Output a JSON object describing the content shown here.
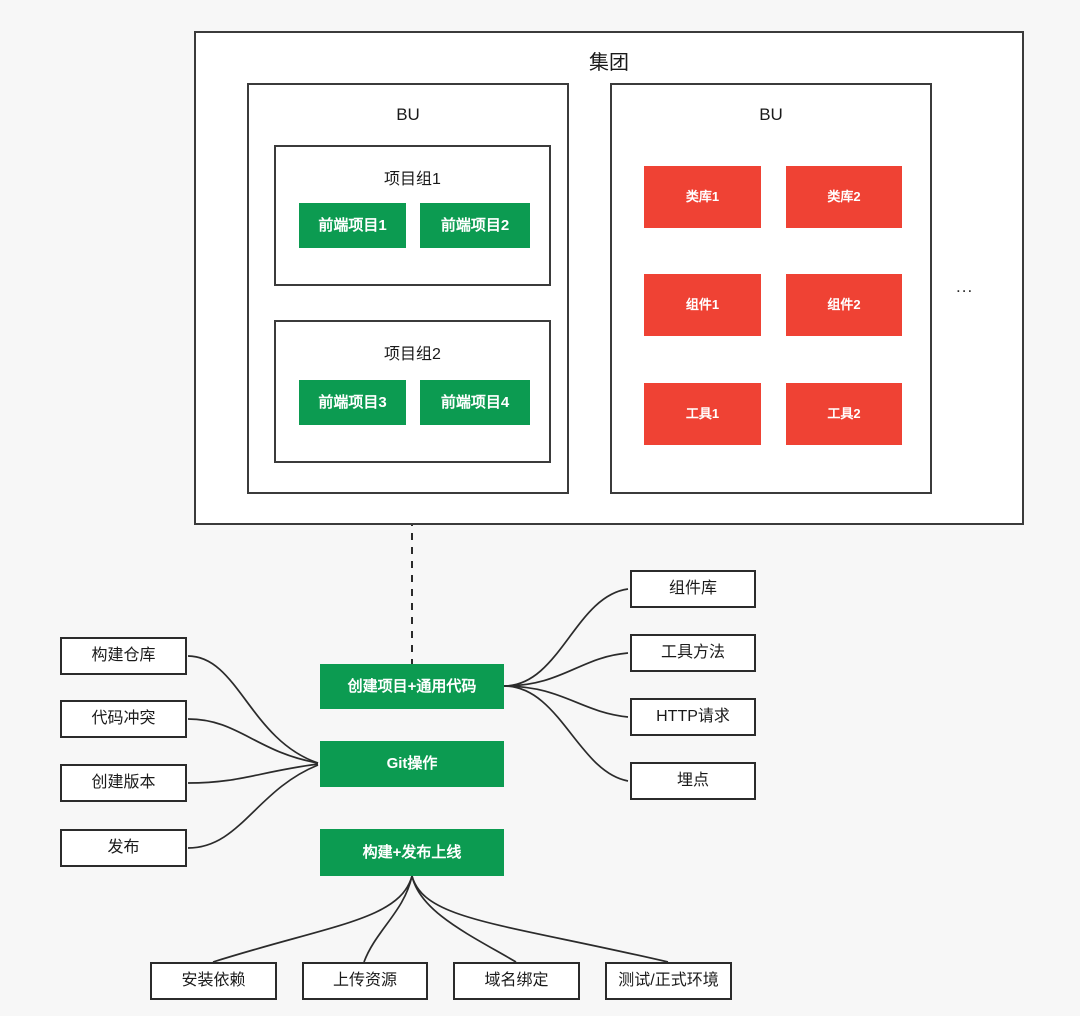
{
  "diagram": {
    "title": "集团",
    "org": {
      "label": "集团",
      "bus": [
        {
          "label": "BU",
          "groups": [
            {
              "label": "项目组1",
              "items": [
                {
                  "label": "前端项目1",
                  "color": "#0c9b51"
                },
                {
                  "label": "前端项目2",
                  "color": "#0c9b51"
                }
              ]
            },
            {
              "label": "项目组2",
              "items": [
                {
                  "label": "前端项目3",
                  "color": "#0c9b51"
                },
                {
                  "label": "前端项目4",
                  "color": "#0c9b51"
                }
              ]
            }
          ]
        },
        {
          "label": "BU",
          "assets": [
            {
              "label": "类库1",
              "color": "#ef4234"
            },
            {
              "label": "类库2",
              "color": "#ef4234"
            },
            {
              "label": "组件1",
              "color": "#ef4234"
            },
            {
              "label": "组件2",
              "color": "#ef4234"
            },
            {
              "label": "工具1",
              "color": "#ef4234"
            },
            {
              "label": "工具2",
              "color": "#ef4234"
            }
          ],
          "more": "..."
        }
      ]
    },
    "center_nodes": [
      {
        "label": "创建项目+通用代码",
        "color": "#0c9b51"
      },
      {
        "label": "Git操作",
        "color": "#0c9b51"
      },
      {
        "label": "构建+发布上线",
        "color": "#0c9b51"
      }
    ],
    "left_nodes": [
      {
        "label": "构建仓库"
      },
      {
        "label": "代码冲突"
      },
      {
        "label": "创建版本"
      },
      {
        "label": "发布"
      }
    ],
    "right_nodes": [
      {
        "label": "组件库"
      },
      {
        "label": "工具方法"
      },
      {
        "label": "HTTP请求"
      },
      {
        "label": "埋点"
      }
    ],
    "bottom_nodes": [
      {
        "label": "安装依赖"
      },
      {
        "label": "上传资源"
      },
      {
        "label": "域名绑定"
      },
      {
        "label": "测试/正式环境"
      }
    ],
    "colors": {
      "background": "#f7f7f7",
      "green": "#0c9b51",
      "red": "#ef4234",
      "stroke": "#2b2b2b",
      "container_stroke": "#3b3b3b",
      "text_light": "#ffffff",
      "text_dark": "#1a1a1a"
    }
  }
}
